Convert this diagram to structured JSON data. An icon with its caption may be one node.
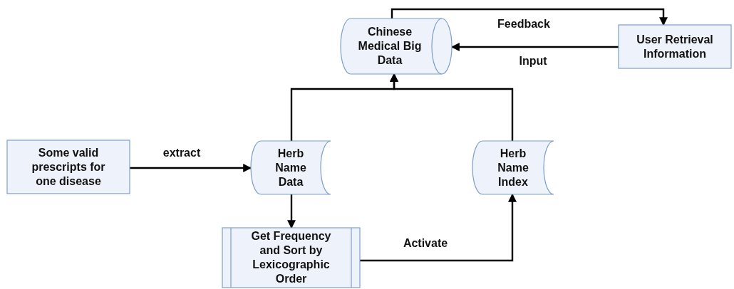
{
  "diagram": {
    "nodes": [
      {
        "text": [
          "Chinese Medical Big Data"
        ]
      },
      {
        "text": [
          "User Retrieval Information"
        ]
      },
      {
        "text": [
          "Some valid prescripts for one disease"
        ]
      },
      {
        "text": [
          "Herb Name Data"
        ]
      },
      {
        "text": [
          "Herb Name Index"
        ]
      },
      {
        "text": [
          "Get Frequency and Sort by Lexicographic Order"
        ]
      }
    ],
    "edges": [
      {
        "from": 0,
        "to": 1,
        "label": "Feedback",
        "arrow": "to"
      },
      {
        "from": 1,
        "to": 0,
        "label": "Input",
        "arrow": "to"
      },
      {
        "from": 2,
        "to": 3,
        "label": "extract",
        "arrow": "to"
      },
      {
        "from": 3,
        "to": 5,
        "arrow": "to"
      },
      {
        "from": 5,
        "to": 4,
        "label": "Activate",
        "arrow": "to"
      },
      {
        "from": 3,
        "to": 0,
        "arrow": "to"
      },
      {
        "from": 4,
        "to": 0,
        "arrow": "to"
      }
    ]
  }
}
